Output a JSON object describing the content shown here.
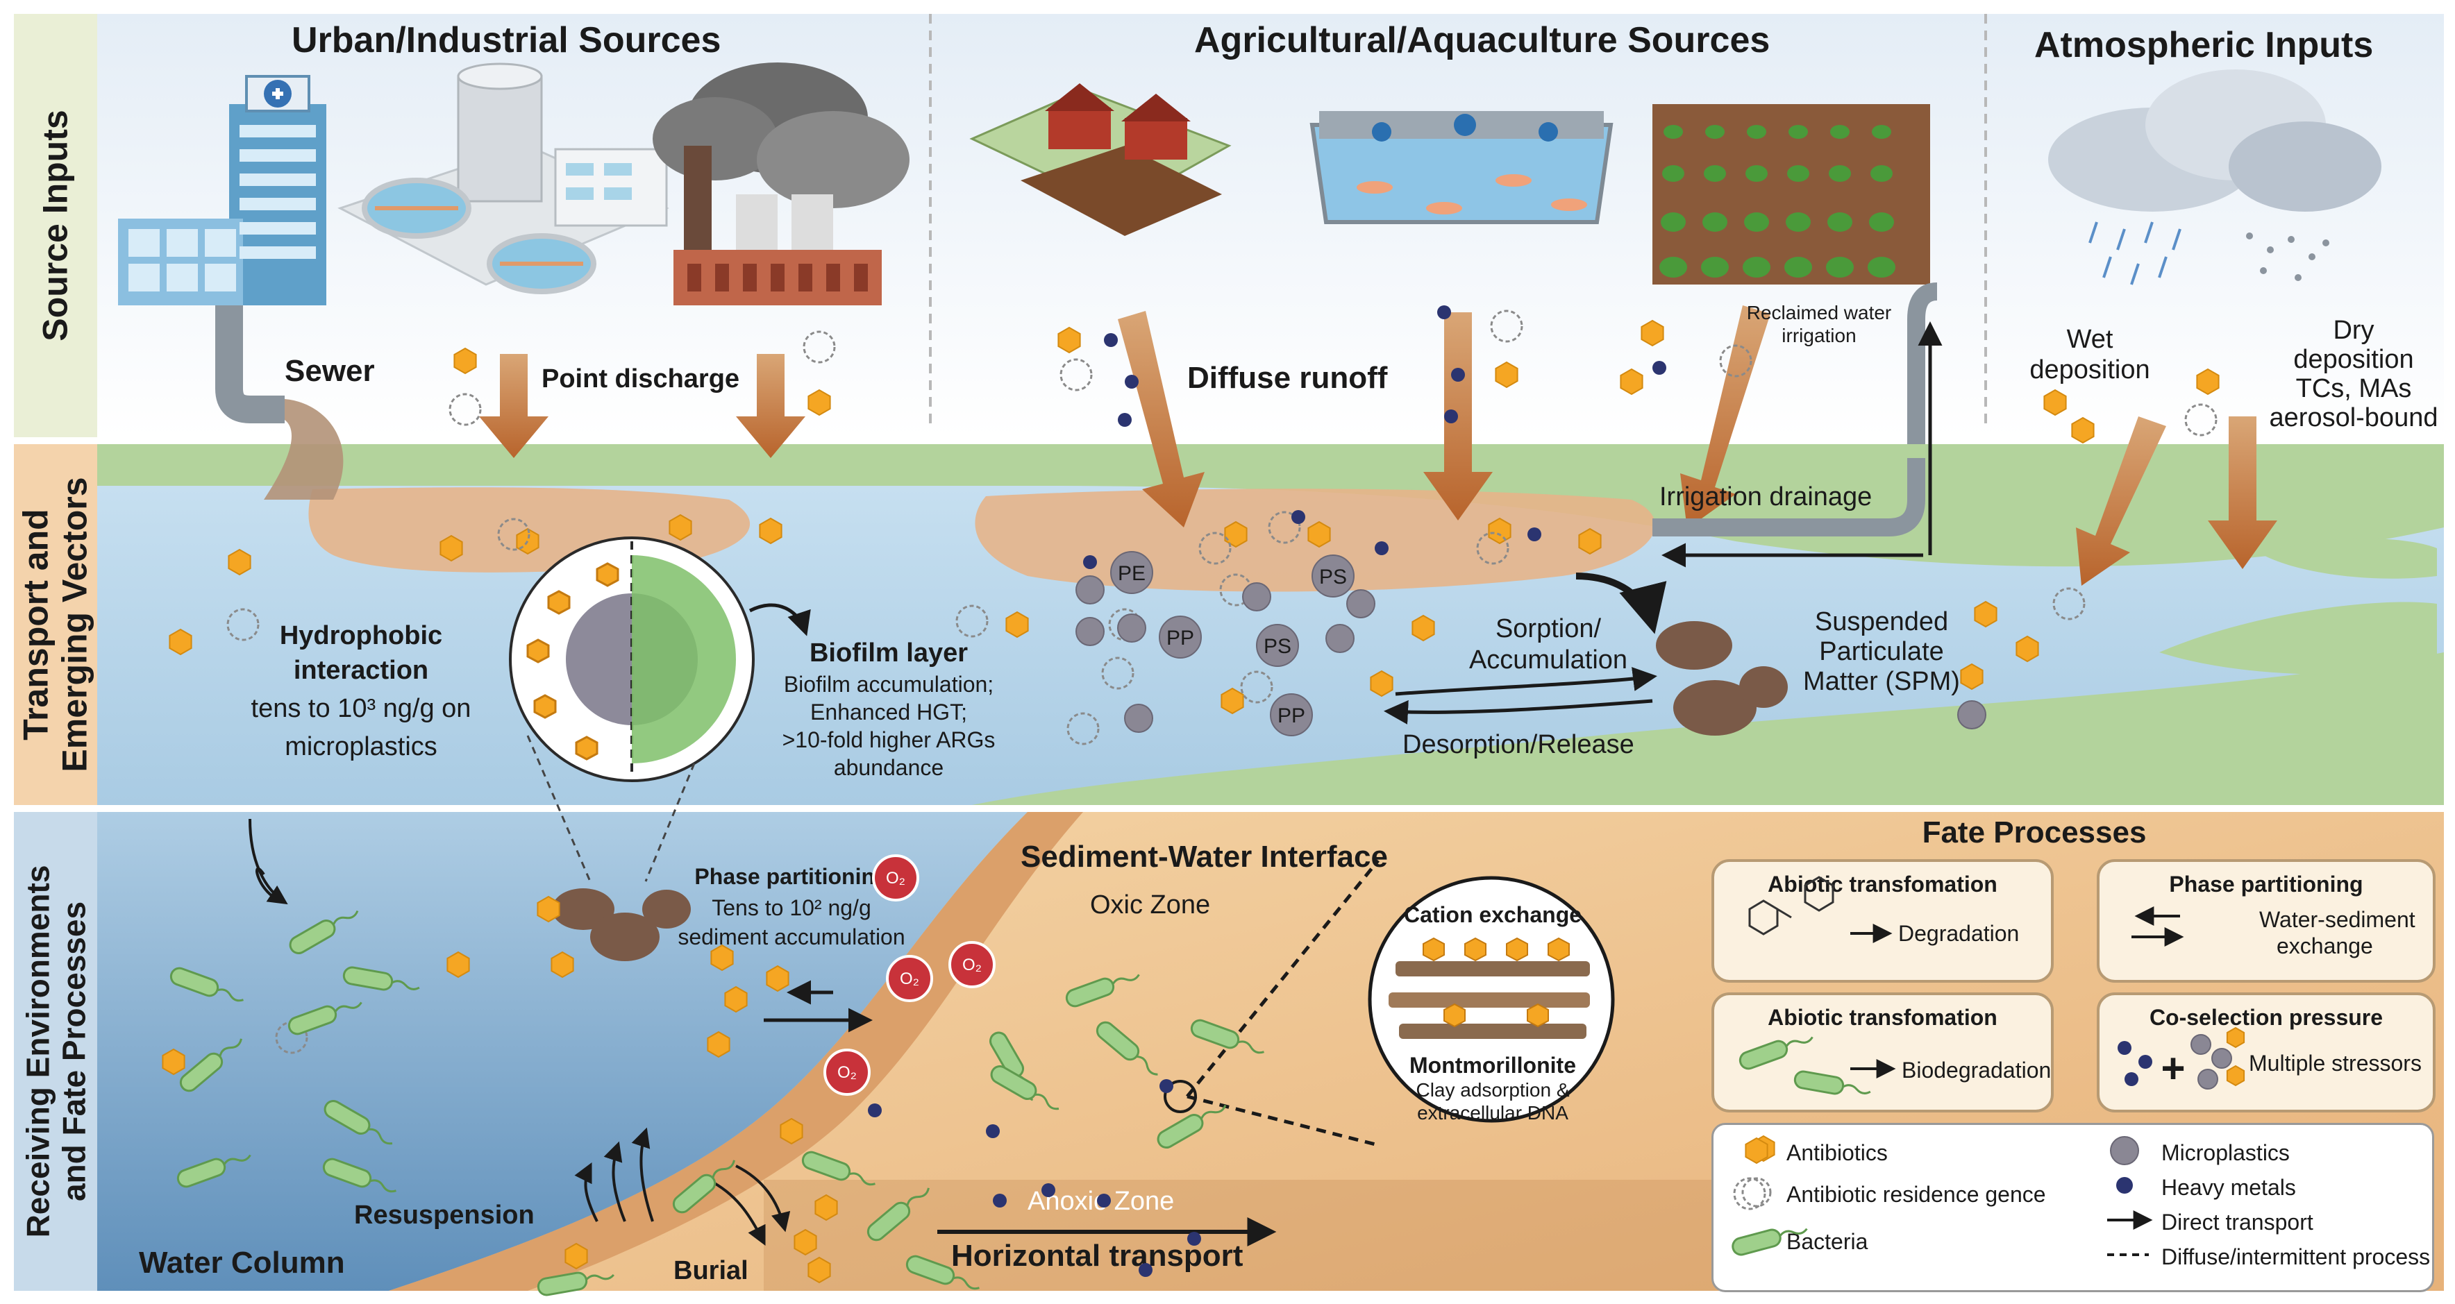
{
  "side_labels": {
    "source": "Source Inputs",
    "transport_1": "Transport and",
    "transport_2": "Emerging Vectors",
    "receiving_1": "Receiving Environments",
    "receiving_2": "and Fate Processes"
  },
  "headers": {
    "urban": "Urban/Industrial Sources",
    "agri": "Agricultural/Aquaculture Sources",
    "atmos": "Atmospheric Inputs"
  },
  "source_labels": {
    "sewer": "Sewer",
    "point_discharge": "Point discharge",
    "diffuse_runoff": "Diffuse runoff",
    "reclaimed_1": "Reclaimed water",
    "reclaimed_2": "irrigation",
    "wet_1": "Wet",
    "wet_2": "deposition",
    "dry_1": "Dry",
    "dry_2": "deposition",
    "dry_3": "TCs, MAs",
    "dry_4": "aerosol-bound"
  },
  "transport_labels": {
    "irrigation_drainage": "Irrigation drainage",
    "hydrophobic_1": "Hydrophobic",
    "hydrophobic_2": "interaction",
    "hydrophobic_3": "tens to 10³ ng/g on",
    "hydrophobic_4": "microplastics",
    "biofilm_title": "Biofilm layer",
    "biofilm_1": "Biofilm accumulation;",
    "biofilm_2": "Enhanced HGT;",
    "biofilm_3": ">10-fold higher ARGs",
    "biofilm_4": "abundance",
    "sorption_1": "Sorption/",
    "sorption_2": "Accumulation",
    "desorption": "Desorption/Release",
    "spm_1": "Suspended",
    "spm_2": "Particulate",
    "spm_3": "Matter (SPM)",
    "particles": [
      "PE",
      "PS",
      "PP",
      "PS",
      "PP"
    ]
  },
  "receiving_labels": {
    "phase_title": "Phase partitioning",
    "phase_1": "Tens to 10² ng/g",
    "phase_2": "sediment accumulation",
    "swi": "Sediment-Water Interface",
    "oxic": "Oxic Zone",
    "anoxic": "Anoxic Zone",
    "horizontal": "Horizontal transport",
    "resuspension": "Resuspension",
    "burial": "Burial",
    "water_column": "Water Column",
    "o2": "O₂",
    "cation": "Cation exchange",
    "mont": "Montmorillonite",
    "clay_1": "Clay adsorption &",
    "clay_2": "extracellular DNA"
  },
  "fate": {
    "title": "Fate Processes",
    "box1_title": "Abiotic transfomation",
    "box1_text": "Degradation",
    "box2_title": "Phase partitioning",
    "box2_text_1": "Water-sediment",
    "box2_text_2": "exchange",
    "box3_title": "Abiotic transfomation",
    "box3_text": "Biodegradation",
    "box4_title": "Co-selection pressure",
    "box4_text": "Multiple stressors"
  },
  "legend": {
    "antibiotics": "Antibiotics",
    "args": "Antibiotic residence gence",
    "bacteria": "Bacteria",
    "microplastics": "Microplastics",
    "heavy_metals": "Heavy metals",
    "direct": "Direct transport",
    "diffuse": "Diffuse/intermittent process"
  },
  "colors": {
    "antibiotic": "#f5a623",
    "arrow": "#c0703a",
    "water": "#b8d6ea",
    "sediment": "#efc38c",
    "grass": "#b3d39c",
    "o2": "#c8323a",
    "metal": "#2b3470",
    "microplastic": "#8a8794"
  }
}
